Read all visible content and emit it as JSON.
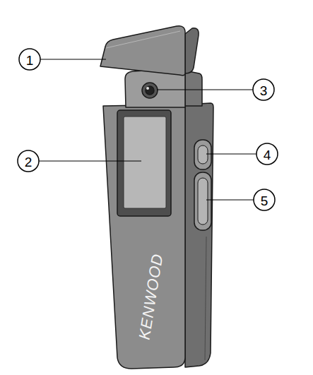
{
  "diagram": {
    "labels": [
      "1",
      "2",
      "3",
      "4",
      "5",
      "KENWOOD"
    ]
  }
}
